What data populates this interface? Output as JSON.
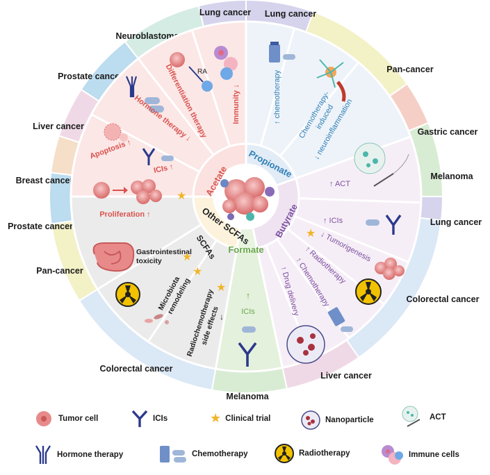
{
  "center": {
    "acetate": "Acetate",
    "propionate": "Propionate",
    "butyrate": "Butyrate",
    "formate": "Formate",
    "other_scfas_line1": "Other SCFAs",
    "other_scfas_line2": "SCFAs"
  },
  "outer_ring": {
    "lung_cancer_1": "Lung cancer",
    "lung_cancer_2": "Lung cancer",
    "neuroblastoma": "Neuroblastoma",
    "prostate_cancer_1": "Prostate cancer",
    "liver_cancer_1": "Liver cancer",
    "breast_cancer": "Breast cancer",
    "prostate_cancer_2": "Prostate cancer",
    "pan_cancer_1": "Pan-cancer",
    "colorectal_cancer_1": "Colorectal cancer",
    "melanoma_1": "Melanoma",
    "liver_cancer_2": "Liver cancer",
    "colorectal_cancer_2": "Colorectal cancer",
    "lung_cancer_3": "Lung cancer",
    "melanoma_2": "Melanoma",
    "gastric_cancer": "Gastric cancer",
    "pan_cancer_2": "Pan-cancer"
  },
  "inner_labels": {
    "immunity": "Immunity ↓",
    "differentiation": "Differentiation therapy",
    "ra": "RA",
    "hormone": "Hormone therapy ↓",
    "apoptosis": "Apoptosis ↑",
    "icis_acetate": "ICIs ↑",
    "proliferation": "Proliferation ↑",
    "chemotherapy_prop": "↑ chemotherapy",
    "chemo_neuro_1": "Chemotherapy-",
    "chemo_neuro_2": "induced",
    "chemo_neuro_3": "↓ neuroinflammation",
    "act": "↑  ACT",
    "icis_butyrate": "↑  ICIs",
    "tumorigenesis": "↓ Tumorigenesis",
    "radiotherapy": "↑ Radiotherapy",
    "chemotherapy_but": "↑ Chemotherapy",
    "drug_delivery": "↑ Drug delivery",
    "icis_formate_arrow": "↑",
    "icis_formate": "ICIs",
    "gi_toxicity_1": "Gastrointestinal",
    "gi_toxicity_2": "toxicity",
    "microbiota_1": "Microbiota",
    "microbiota_2": "remodeling",
    "radiochemo_1": "Radiochemotherapy",
    "radiochemo_2": "side effects",
    "radiochemo_arrow": "↓"
  },
  "legend": {
    "tumor_cell": "Tumor cell",
    "icis": "ICIs",
    "clinical_trial": "Clinical trial",
    "nanoparticle": "Nanoparticle",
    "act": "ACT",
    "hormone_therapy": "Hormone therapy",
    "chemotherapy": "Chemotherapy",
    "radiotherapy": "Radiotherapy",
    "immune_cells": "Immune cells"
  },
  "colors": {
    "acetate": "#d9534f",
    "propionate": "#2e7fb8",
    "butyrate": "#7b4fa0",
    "formate": "#6aa84f",
    "other": "#222222",
    "acetate_bg": "#fbe7e6",
    "propionate_bg": "#eef3f9",
    "butyrate_bg": "#f6eef6",
    "formate_bg": "#e4f1dc",
    "other_bg": "#ebebeb"
  }
}
